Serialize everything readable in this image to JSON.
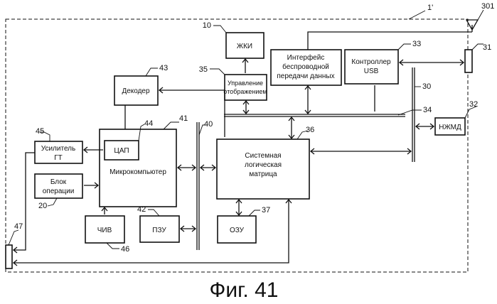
{
  "figure": {
    "caption": "Фиг. 41",
    "device_ref": "1'"
  },
  "blocks": {
    "lcd": {
      "label": "ЖКИ",
      "ref": "10"
    },
    "display_control": {
      "label_line1": "Управление",
      "label_line2": "отображением",
      "ref": "35"
    },
    "wireless_if": {
      "label_line1": "Интерфейс",
      "label_line2": "беспроводной",
      "label_line3": "передачи данных"
    },
    "usb_ctrl": {
      "label_line1": "Контроллер",
      "label_line2": "USB",
      "ref": "33"
    },
    "decoder": {
      "label": "Декодер",
      "ref": "43"
    },
    "dac": {
      "label": "ЦАП",
      "ref": "44"
    },
    "microcomputer": {
      "label": "Микрокомпьютер",
      "ref": "41"
    },
    "amplifier": {
      "label_line1": "Усилитель",
      "label_line2": "ГТ",
      "ref": "45"
    },
    "op_block": {
      "label_line1": "Блок",
      "label_line2": "операции",
      "ref": "20"
    },
    "system_logic": {
      "label_line1": "Системная",
      "label_line2": "логическая",
      "label_line3": "матрица",
      "ref": "36"
    },
    "clock": {
      "label": "ЧИВ",
      "ref": "46"
    },
    "rom": {
      "label": "ПЗУ",
      "ref": "42"
    },
    "ram": {
      "label": "ОЗУ",
      "ref": "37"
    },
    "hdd": {
      "label": "НЖМД",
      "ref": "32"
    }
  },
  "refs": {
    "antenna": "301",
    "usb_port": "31",
    "bus_usb": "30",
    "bus_top": "34",
    "bus_cpu": "40",
    "headphone_jack": "47"
  }
}
